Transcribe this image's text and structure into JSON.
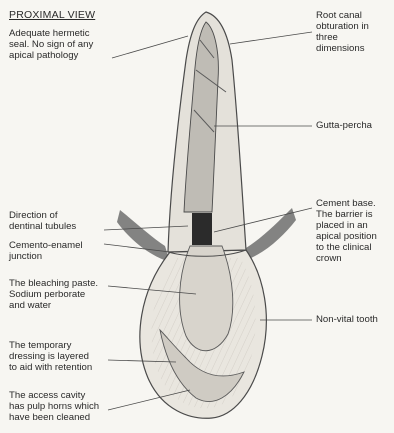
{
  "figure": {
    "title": "PROXIMAL VIEW",
    "labels": {
      "adequate_seal": "Adequate hermetic\nseal. No sign of any\napical pathology",
      "root_canal_obturation": "Root canal\nobturation in\nthree\ndimensions",
      "gutta_percha": "Gutta-percha",
      "cement_base": "Cement base.\nThe barrier is\nplaced in an\napical position\nto the clinical\ncrown",
      "dentinal_tubules": "Direction of\ndentinal tubules",
      "cemento_enamel_junction": "Cemento-enamel\njunction",
      "bleaching_paste": "The bleaching paste.\nSodium perborate\nand water",
      "non_vital_tooth": "Non-vital tooth",
      "temporary_dressing": "The temporary\ndressing is layered\nto aid with retention",
      "access_cavity": "The access cavity\nhas pulp horns which\nhave been cleaned"
    }
  },
  "colors": {
    "paper": "#f7f6f2",
    "tooth_fill": "#e4e1da",
    "pulp_fill": "#bfbcb5",
    "outline": "#4a4a4a",
    "cement_base": "#2b2b2b",
    "gum": "#6e6e6e"
  }
}
